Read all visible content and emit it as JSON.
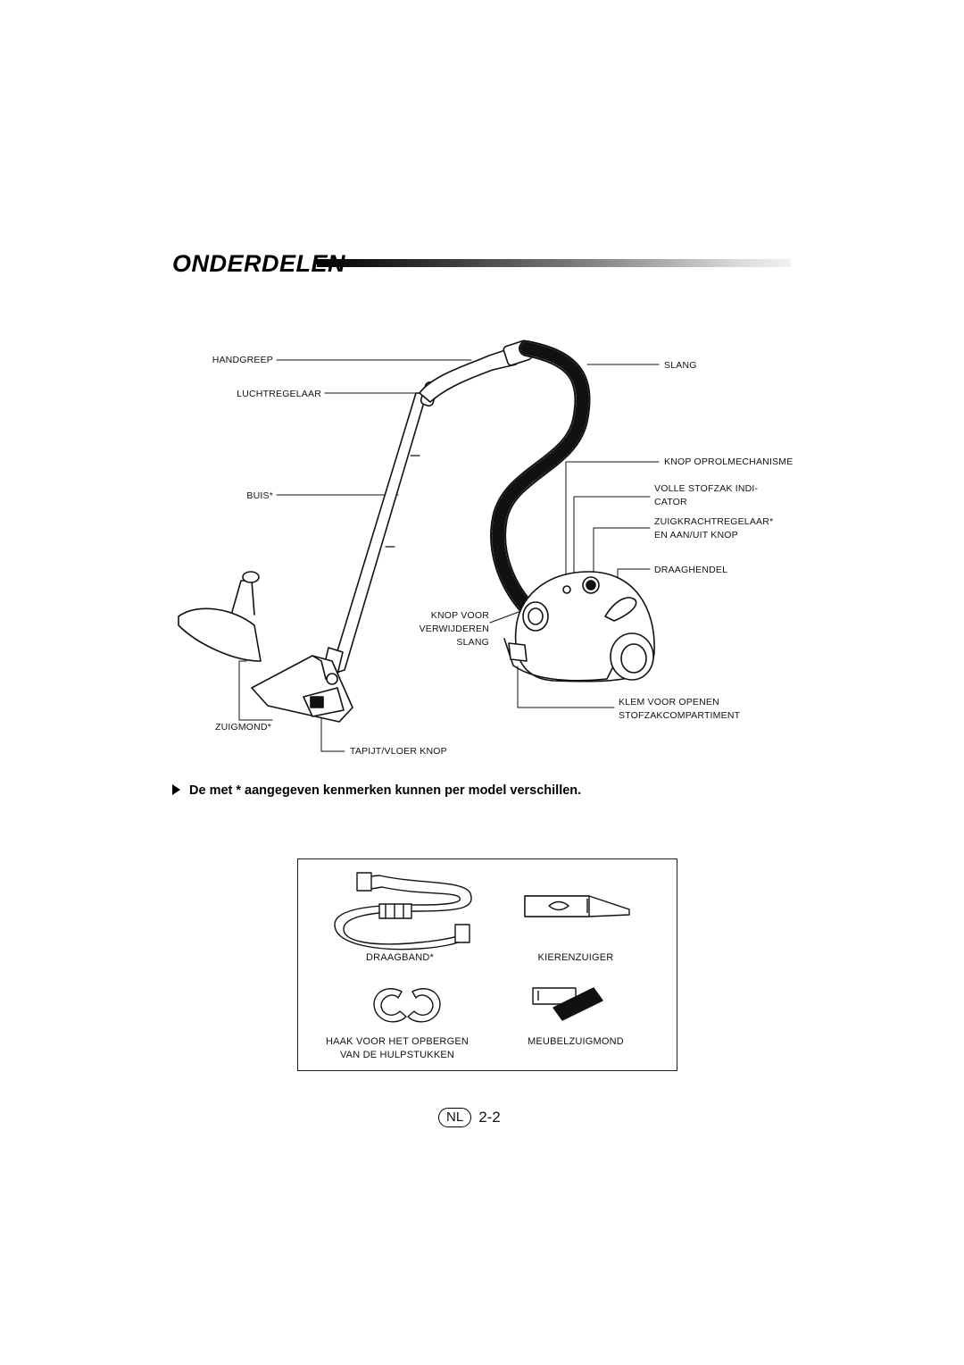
{
  "title": "ONDERDELEN",
  "labels": {
    "handgreep": "HANDGREEP",
    "luchtregelaar": "LUCHTREGELAAR",
    "buis": "BUIS*",
    "zuigmond": "ZUIGMOND*",
    "tapijt": "TAPIJT/VLOER KNOP",
    "knop_voor_1": "KNOP VOOR",
    "knop_voor_2": "VERWIJDEREN",
    "knop_voor_3": "SLANG",
    "slang": "SLANG",
    "knop_oprol": "KNOP OPROLMECHANISME",
    "volle_1": "VOLLE STOFZAK INDI-",
    "volle_2": "CATOR",
    "zuigkracht_1": "ZUIGKRACHTREGELAAR*",
    "zuigkracht_2": "EN AAN/UIT KNOP",
    "draaghendel": "DRAAGHENDEL",
    "klem_1": "KLEM VOOR OPENEN",
    "klem_2": "STOFZAKCOMPARTIMENT"
  },
  "note": "De met * aangegeven kenmerken kunnen per model verschillen.",
  "accessories": {
    "draagband": "DRAAGBAND*",
    "kierenzuiger": "KIERENZUIGER",
    "haak_1": "HAAK VOOR HET OPBERGEN",
    "haak_2": "VAN DE HULPSTUKKEN",
    "meubel": "MEUBELZUIGMOND"
  },
  "page": {
    "lang": "NL",
    "number": "2-2"
  }
}
